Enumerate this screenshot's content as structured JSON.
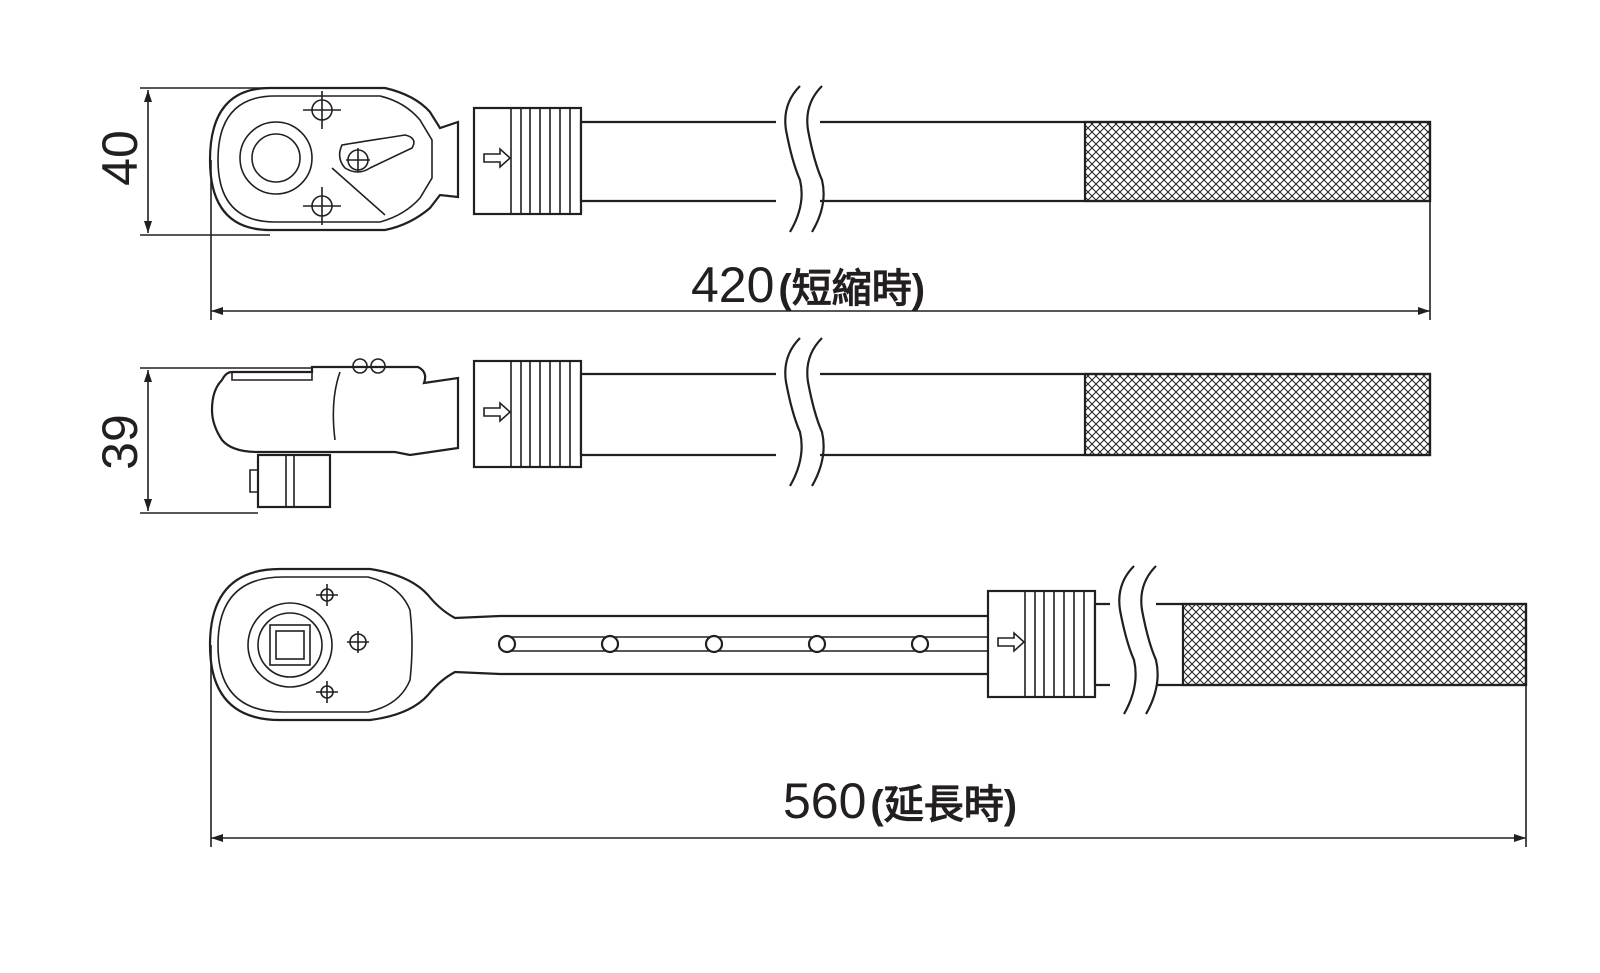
{
  "colors": {
    "ink": "#231f20",
    "background": "#ffffff"
  },
  "views": {
    "top": {
      "height_dim": "40",
      "length_value": "420",
      "length_note": "(短縮時)"
    },
    "side": {
      "height_dim": "39"
    },
    "extended": {
      "length_value": "560",
      "length_note": "(延長時)"
    }
  }
}
